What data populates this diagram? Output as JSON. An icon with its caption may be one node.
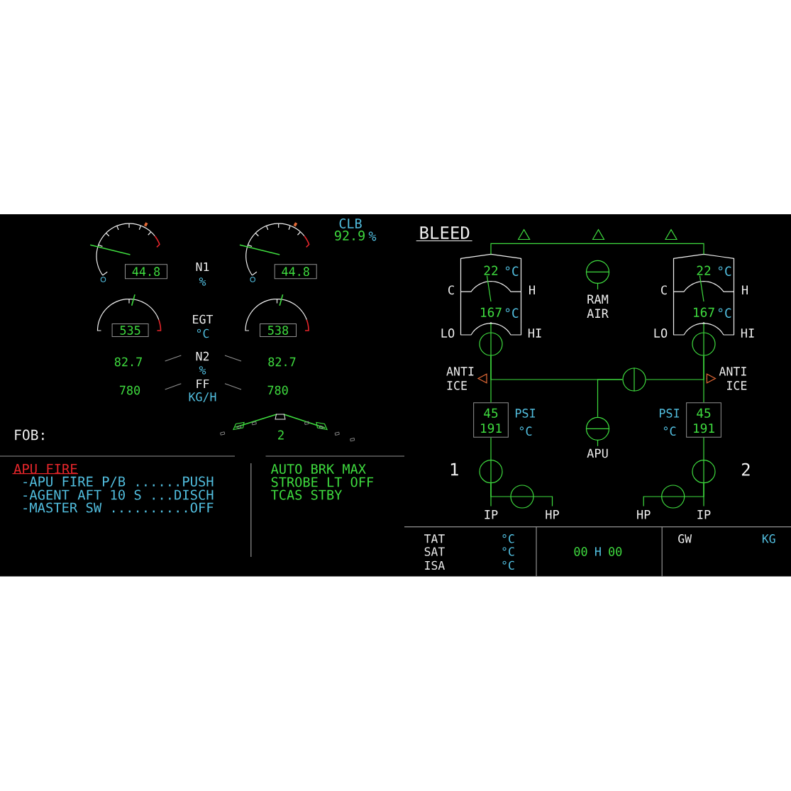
{
  "diagram": {
    "nodes": [
      {
        "text": [
          "44.8"
        ]
      },
      {
        "text": [
          "44.8"
        ]
      },
      {
        "text": [
          "535"
        ]
      },
      {
        "text": [
          "538"
        ]
      },
      {
        "text": [
          "22",
          "°C",
          "167",
          "°C"
        ],
        "beside": [
          "C",
          "H",
          "LO",
          "HI"
        ]
      },
      {
        "text": [
          "RAM AIR"
        ]
      },
      {
        "text": [
          "22",
          "°C",
          "167",
          "°C"
        ],
        "beside": [
          "C",
          "H",
          "LO",
          "HI"
        ]
      },
      {
        "text": [],
        "shape": "circle"
      },
      {
        "text": [],
        "shape": "circle"
      },
      {
        "text": [],
        "shape": "circle"
      },
      {
        "text": [
          "45",
          "191"
        ],
        "beside": [
          "PSI",
          "°C"
        ]
      },
      {
        "text": [
          "APU"
        ]
      },
      {
        "text": [
          "45",
          "191"
        ],
        "beside": [
          "PSI",
          "°C"
        ]
      },
      {
        "text": [],
        "shape": "circle"
      },
      {
        "text": [],
        "shape": "circle"
      },
      {
        "text": [],
        "shape": "circle"
      },
      {
        "text": [],
        "shape": "circle"
      },
      {
        "text": [
          "IP"
        ]
      },
      {
        "text": [
          "HP"
        ]
      },
      {
        "text": [
          "HP"
        ]
      },
      {
        "text": [
          "IP"
        ]
      },
      {
        "text": [
          "ANTI ICE"
        ]
      },
      {
        "text": [
          "ANTI ICE"
        ]
      }
    ],
    "edges": [
      {
        "from": 4,
        "to": 6,
        "arrow": "none"
      },
      {
        "from": 4,
        "to": 7,
        "arrow": "none"
      },
      {
        "from": 6,
        "to": 8,
        "arrow": "none"
      },
      {
        "from": 7,
        "to": 10,
        "arrow": "none"
      },
      {
        "from": 8,
        "to": 12,
        "arrow": "none"
      },
      {
        "from": 7,
        "to": 9,
        "arrow": "none"
      },
      {
        "from": 9,
        "to": 8,
        "arrow": "none"
      },
      {
        "from": 11,
        "to": 9,
        "arrow": "none"
      },
      {
        "from": 10,
        "to": 13,
        "arrow": "none"
      },
      {
        "from": 12,
        "to": 14,
        "arrow": "none"
      },
      {
        "from": 13,
        "to": 17,
        "arrow": "none"
      },
      {
        "from": 14,
        "to": 20,
        "arrow": "none"
      },
      {
        "from": 15,
        "to": 13,
        "arrow": "none"
      },
      {
        "from": 15,
        "to": 18,
        "arrow": "none"
      },
      {
        "from": 16,
        "to": 14,
        "arrow": "none"
      },
      {
        "from": 16,
        "to": 19,
        "arrow": "none"
      },
      {
        "from": null,
        "to": 21,
        "arrow": "to",
        "color": "#e46a36"
      },
      {
        "from": null,
        "to": 22,
        "arrow": "to",
        "color": "#e46a36"
      }
    ],
    "labels": [
      "CLB",
      "92.9",
      "%",
      "N1",
      "%",
      "EGT",
      "°C",
      "82.7",
      "N2",
      "82.7",
      "%",
      "780",
      "FF",
      "780",
      "KG/H",
      "FOB:",
      "2",
      "APU FIRE",
      "-APU FIRE P/B ......PUSH",
      "-AGENT AFT 10 S ...DISCH",
      "-MASTER SW ..........OFF",
      "AUTO BRK MAX",
      "STROBE LT OFF",
      "TCAS STBY",
      "BLEED",
      "1",
      "2",
      "TAT",
      "°C",
      "SAT",
      "°C",
      "ISA",
      "°C",
      "00",
      "H",
      "00",
      "GW",
      "KG"
    ]
  }
}
